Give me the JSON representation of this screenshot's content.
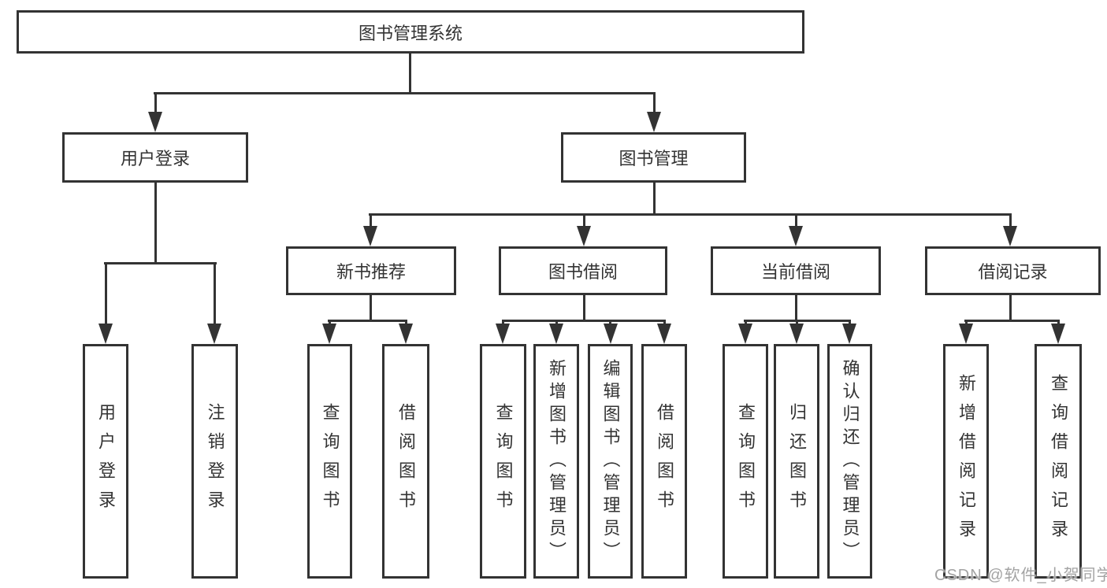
{
  "diagram": {
    "root": {
      "label": "图书管理系统"
    },
    "branches": [
      {
        "label": "用户登录",
        "children": [
          "用户登录",
          "注销登录"
        ]
      },
      {
        "label": "图书管理",
        "groups": [
          {
            "label": "新书推荐",
            "children": [
              "查询图书",
              "借阅图书"
            ]
          },
          {
            "label": "图书借阅",
            "children": [
              "查询图书",
              "新增图书（管理员）",
              "编辑图书（管理员）",
              "借阅图书"
            ]
          },
          {
            "label": "当前借阅",
            "children": [
              "查询图书",
              "归还图书",
              "确认归还（管理员）"
            ]
          },
          {
            "label": "借阅记录",
            "children": [
              "新增借阅记录",
              "查询借阅记录"
            ]
          }
        ]
      }
    ]
  },
  "watermark": {
    "text": "CSDN @软件_小贺同学"
  },
  "colors": {
    "line": "#333333",
    "text": "#333333",
    "box_background": "#ffffff",
    "page_background": "#ffffff",
    "watermark": "#a3a3a3"
  }
}
